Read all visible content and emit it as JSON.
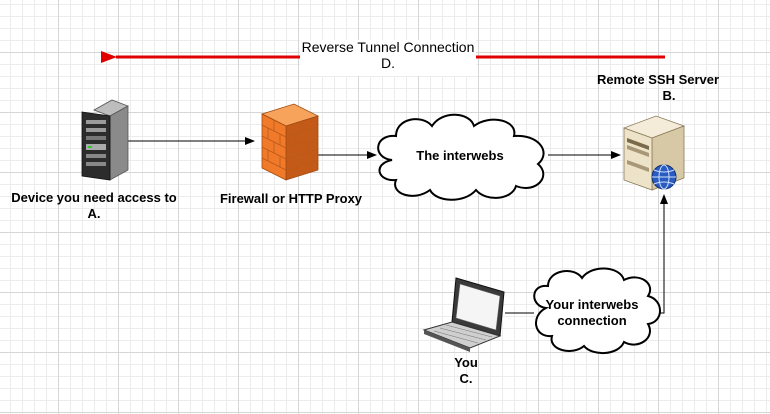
{
  "tunnel": {
    "title": "Reverse Tunnel Connection",
    "letter": "D."
  },
  "nodes": {
    "server": {
      "title": "Remote SSH Server",
      "letter": "B."
    },
    "device": {
      "title": "Device you need access to",
      "letter": "A."
    },
    "firewall": {
      "title": "Firewall or HTTP Proxy"
    },
    "internet": {
      "title": "The interwebs"
    },
    "client": {
      "title": "You",
      "letter": "C."
    },
    "client_net": {
      "line1": "Your interwebs",
      "line2": "connection"
    }
  },
  "colors": {
    "tunnel_arrow": "#e00000",
    "firewall": "#f07a2a",
    "globe": "#2a5bbf"
  },
  "icons": [
    "rack-server-icon",
    "firewall-icon",
    "cloud-icon",
    "ssh-server-icon",
    "globe-icon",
    "laptop-icon"
  ]
}
